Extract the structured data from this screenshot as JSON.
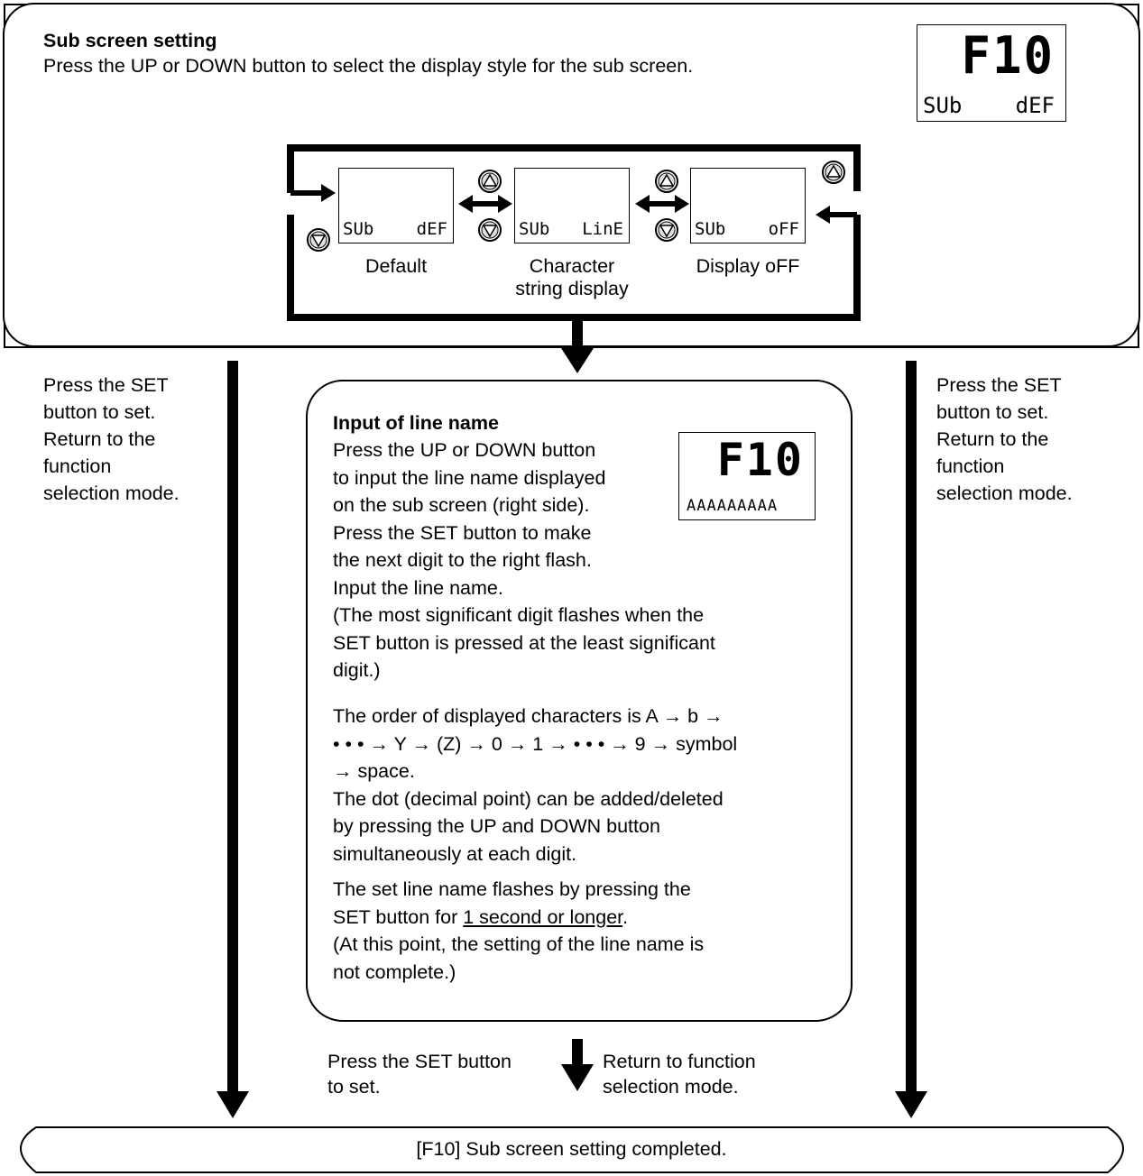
{
  "top_panel": {
    "title": "Sub screen setting",
    "subtitle": "Press the UP or DOWN button to select the display style for the sub screen.",
    "lcd_main": "F10",
    "lcd_sub_left": "SUb",
    "lcd_sub_right": "dEF"
  },
  "options": [
    {
      "lcd_left": "SUb",
      "lcd_right": "dEF",
      "label": "Default"
    },
    {
      "lcd_left": "SUb",
      "lcd_right": "LinE",
      "label": "Character\nstring display"
    },
    {
      "lcd_left": "SUb",
      "lcd_right": "oFF",
      "label": "Display oFF"
    }
  ],
  "side_left": "Press the SET\nbutton to set.\nReturn to the\nfunction\nselection mode.",
  "side_right": "Press the SET\nbutton to set.\nReturn to the\nfunction\nselection mode.",
  "line_box": {
    "title": "Input of line name",
    "p1": "Press the UP  or DOWN button\nto input the line name displayed\non the sub screen (right side).\nPress the SET button to make\nthe next digit to the right flash.\nInput the line name.\n(The most significant digit flashes when the\nSET button is pressed at the least significant\ndigit.)",
    "p2": "The order of displayed characters is A → b →\n• • • → Y → (Z) → 0 → 1 → • • • → 9 → symbol\n→ space.\nThe dot (decimal point) can be added/deleted\nby pressing the UP and DOWN button\nsimultaneously at each digit.",
    "p3_a": "The set line name flashes by pressing the\nSET button for ",
    "p3_u": "1 second or longer",
    "p3_b": ".\n(At this point, the setting of the line name is\nnot complete.)",
    "lcd_main": "F10",
    "lcd_sub": "AAAAAAAAA"
  },
  "bottom_left_note": "Press the SET button\nto set.",
  "bottom_right_note": "Return to function\nselection mode.",
  "footer": "[F10] Sub screen setting completed."
}
